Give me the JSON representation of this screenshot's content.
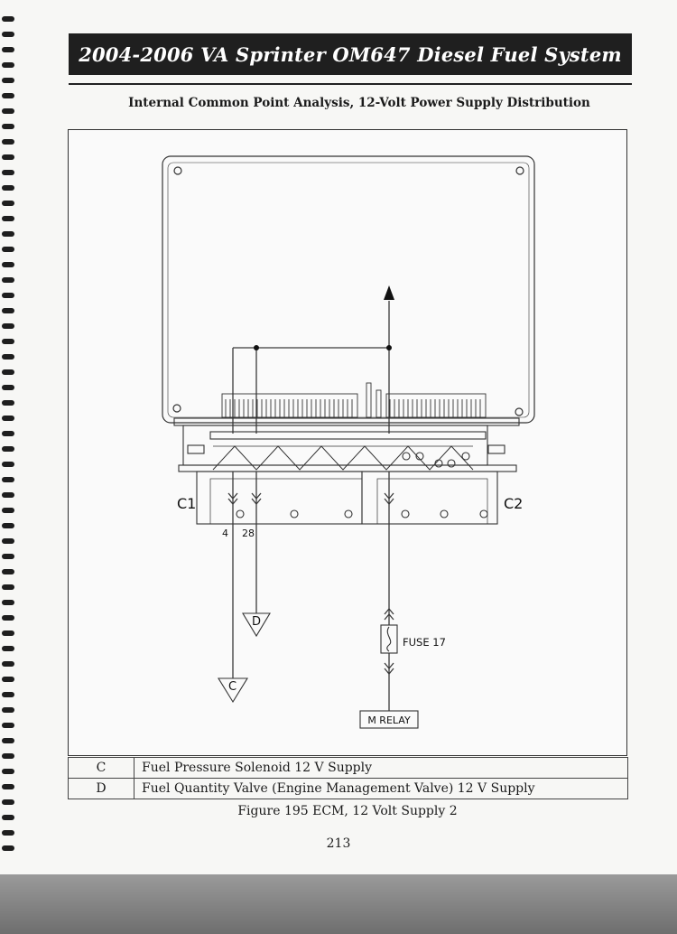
{
  "header": {
    "title": "2004-2006 VA Sprinter OM647 Diesel Fuel System",
    "subtitle": "Internal Common Point Analysis, 12-Volt Power Supply Distribution"
  },
  "diagram": {
    "connector_left": "C1",
    "connector_right": "C2",
    "pins": [
      "4",
      "28"
    ],
    "terminal_c": "C",
    "terminal_d": "D",
    "fuse_label": "FUSE 17",
    "relay_label": "M RELAY"
  },
  "legend": [
    {
      "key": "C",
      "description": "Fuel Pressure Solenoid 12 V Supply"
    },
    {
      "key": "D",
      "description": "Fuel Quantity Valve (Engine Management Valve) 12 V Supply"
    }
  ],
  "caption": "Figure 195 ECM, 12 Volt Supply 2",
  "page_number": "213"
}
